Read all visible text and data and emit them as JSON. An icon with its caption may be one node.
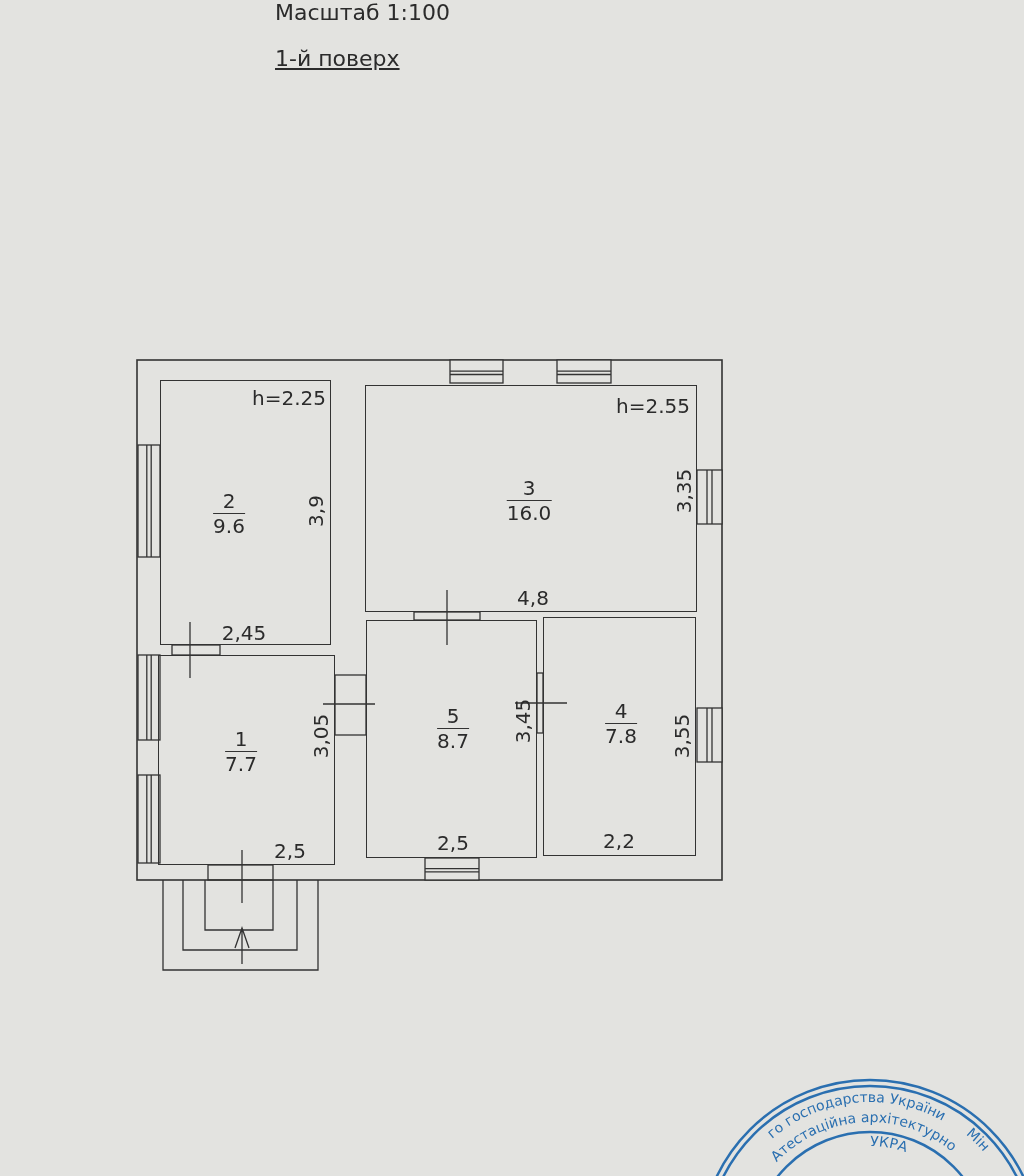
{
  "diagram": {
    "nodes": [
      {
        "text": [
          "2",
          "9.6",
          "h=2.25",
          "3,9",
          "2,45"
        ]
      },
      {
        "text": [
          "3",
          "16.0",
          "h=2.55",
          "3,35",
          "4,8"
        ]
      },
      {
        "text": [
          "1",
          "7.7",
          "3,05",
          "2,5"
        ]
      },
      {
        "text": [
          "5",
          "8.7",
          "3,45",
          "2,5"
        ]
      },
      {
        "text": [
          "4",
          "7.8",
          "3,55",
          "2,2"
        ]
      }
    ],
    "labels": [
      "Масштаб 1:100",
      "1-й поверх",
      "го господарства України",
      "Атестаційна архітектурно",
      "УКРА",
      "Мін"
    ]
  }
}
